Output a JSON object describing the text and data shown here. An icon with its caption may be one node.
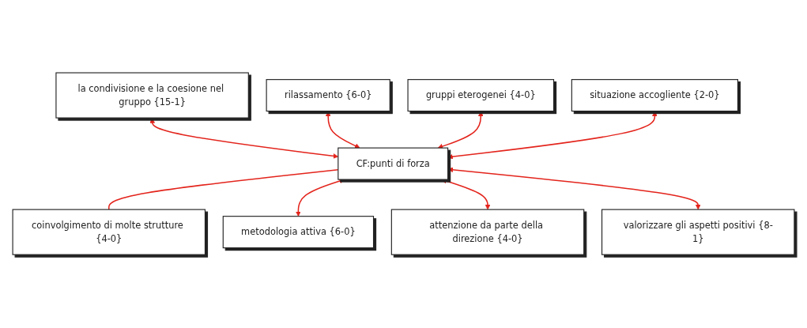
{
  "diagram": {
    "nodes": [
      {
        "text": [
          "la condivisione e la coesione nel gruppo {15-1}"
        ]
      },
      {
        "text": [
          "rilassamento {6-0}"
        ]
      },
      {
        "text": [
          "gruppi eterogenei {4-0}"
        ]
      },
      {
        "text": [
          "situazione accogliente {2-0}"
        ]
      },
      {
        "text": [
          "CF:punti di forza"
        ]
      },
      {
        "text": [
          "coinvolgimento di molte strutture {4-0}"
        ]
      },
      {
        "text": [
          "metodologia attiva {6-0}"
        ]
      },
      {
        "text": [
          "attenzione da parte della direzione {4-0}"
        ]
      },
      {
        "text": [
          "valorizzare gli aspetti positivi {8-1}"
        ]
      }
    ],
    "edges": [
      {
        "from": 0,
        "to": 4,
        "arrow": "both"
      },
      {
        "from": 1,
        "to": 4,
        "arrow": "both"
      },
      {
        "from": 2,
        "to": 4,
        "arrow": "both"
      },
      {
        "from": 3,
        "to": 4,
        "arrow": "both"
      },
      {
        "from": 4,
        "to": 5,
        "arrow": "none"
      },
      {
        "from": 4,
        "to": 6,
        "arrow": "both"
      },
      {
        "from": 4,
        "to": 7,
        "arrow": "both"
      },
      {
        "from": 4,
        "to": 8,
        "arrow": "both"
      }
    ]
  }
}
